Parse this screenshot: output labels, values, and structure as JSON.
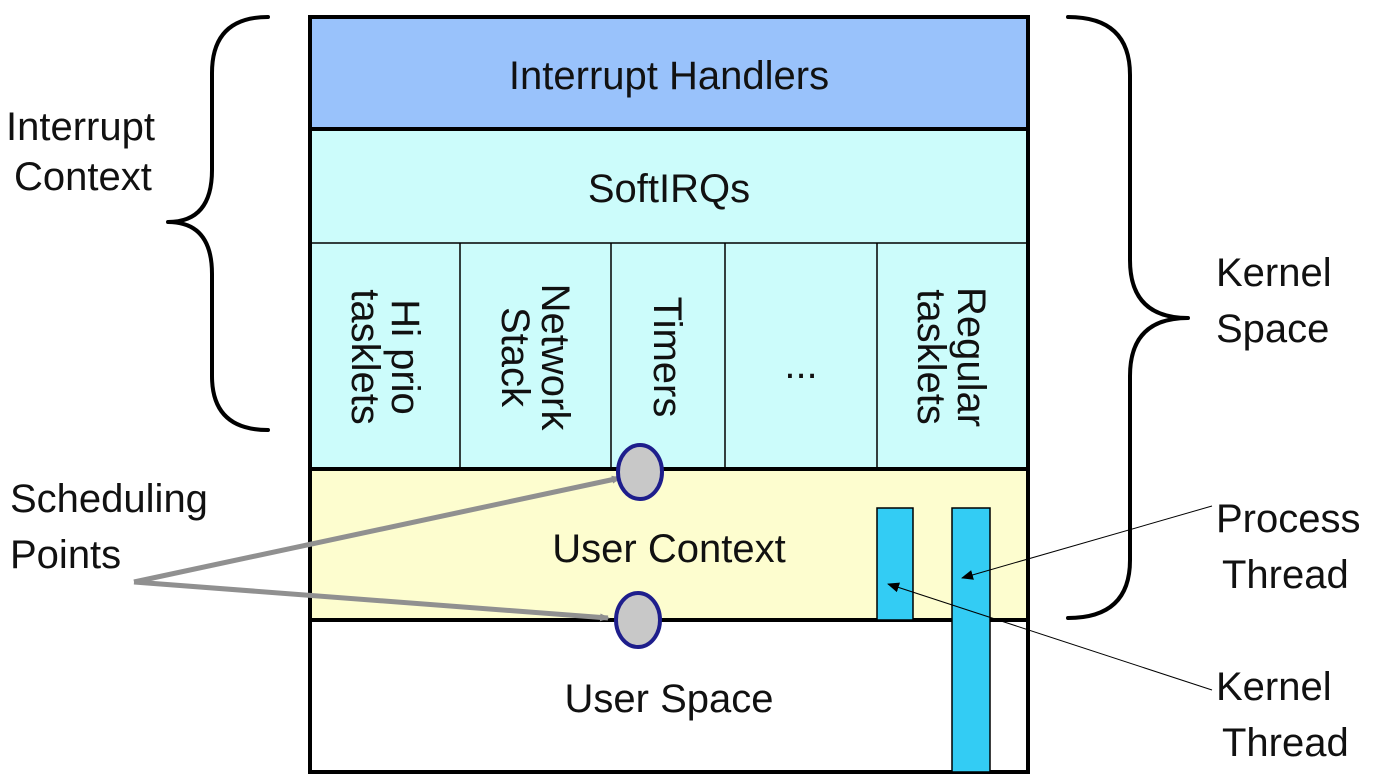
{
  "layers": {
    "interrupt_handlers": "Interrupt Handlers",
    "softirqs": "SoftIRQs",
    "user_context": "User Context",
    "user_space": "User Space"
  },
  "softirq_cells": [
    {
      "line1": "Hi prio",
      "line2": "tasklets"
    },
    {
      "line1": "Network",
      "line2": "Stack"
    },
    {
      "line1": "Timers",
      "line2": ""
    },
    {
      "line1": "...",
      "line2": ""
    },
    {
      "line1": "Regular",
      "line2": "tasklets"
    }
  ],
  "side_labels": {
    "interrupt_context": {
      "line1": "Interrupt",
      "line2": "Context"
    },
    "kernel_space": {
      "line1": "Kernel",
      "line2": "Space"
    },
    "scheduling_points": {
      "line1": "Scheduling",
      "line2": "Points"
    },
    "process_thread": {
      "line1": "Process",
      "line2": "Thread"
    },
    "kernel_thread": {
      "line1": "Kernel",
      "line2": "Thread"
    }
  },
  "colors": {
    "interrupt_handlers": "#99c2fb",
    "softirqs": "#ccfcfb",
    "user_context": "#fdfdcf",
    "user_space": "#ffffff",
    "thread_bar": "#33ccf4",
    "scheduling_point_fill": "#c8c8c8",
    "scheduling_point_stroke": "#1e1e8c",
    "arrow": "#909090"
  }
}
